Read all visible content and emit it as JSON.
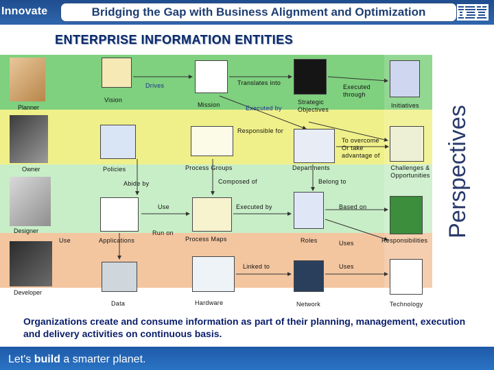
{
  "header": {
    "brand": "Innovate",
    "title": "Bridging the Gap with Business Alignment and Optimization",
    "logo": "IBM"
  },
  "section_title": "ENTERPRISE INFORMATION ENTITIES",
  "perspectives_label": "Perspectives",
  "roles": {
    "planner": "Planner",
    "owner": "Owner",
    "designer": "Designer",
    "developer": "Developer"
  },
  "entities": {
    "vision": "Vision",
    "mission": "Mission",
    "strategic_objectives": "Strategic Objectives",
    "initiatives": "Initiatives",
    "policies": "Policies",
    "process_groups": "Process Groups",
    "departments": "Departments",
    "challenges": "Challenges & Opportunities",
    "applications": "Applications",
    "process_maps": "Process Maps",
    "roles": "Roles",
    "responsibilities": "Responsibilities",
    "data": "Data",
    "hardware": "Hardware",
    "network": "Network",
    "technology": "Technology"
  },
  "relations": {
    "drives": "Drives",
    "translates_into": "Translates into",
    "executed_by_1": "Executed by",
    "executed_through": "Executed through",
    "responsible_for": "Responsible for",
    "to_overcome": "To overcome Or take advantage of",
    "composed_of": "Composed of",
    "belong_to": "Belong to",
    "abide_by": "Abide by",
    "use_1": "Use",
    "executed_by_2": "Executed by",
    "based_on": "Based on",
    "run_on": "Run on",
    "use_2": "Use",
    "uses_1": "Uses",
    "linked_to": "Linked to",
    "uses_2": "Uses"
  },
  "caption": "Organizations create and consume information as part of their planning, management, execution and delivery activities on continuous basis.",
  "footer": {
    "prefix": "Let's ",
    "bold": "build",
    "suffix": " a smarter planet."
  },
  "colors": {
    "header_blue": "#2a5ca3",
    "band_green": "#7fd07f",
    "band_yellow": "#f0f08a",
    "band_lightgreen": "#c8eec8",
    "band_peach": "#f3c6a0",
    "title_navy": "#0a2a6a"
  }
}
